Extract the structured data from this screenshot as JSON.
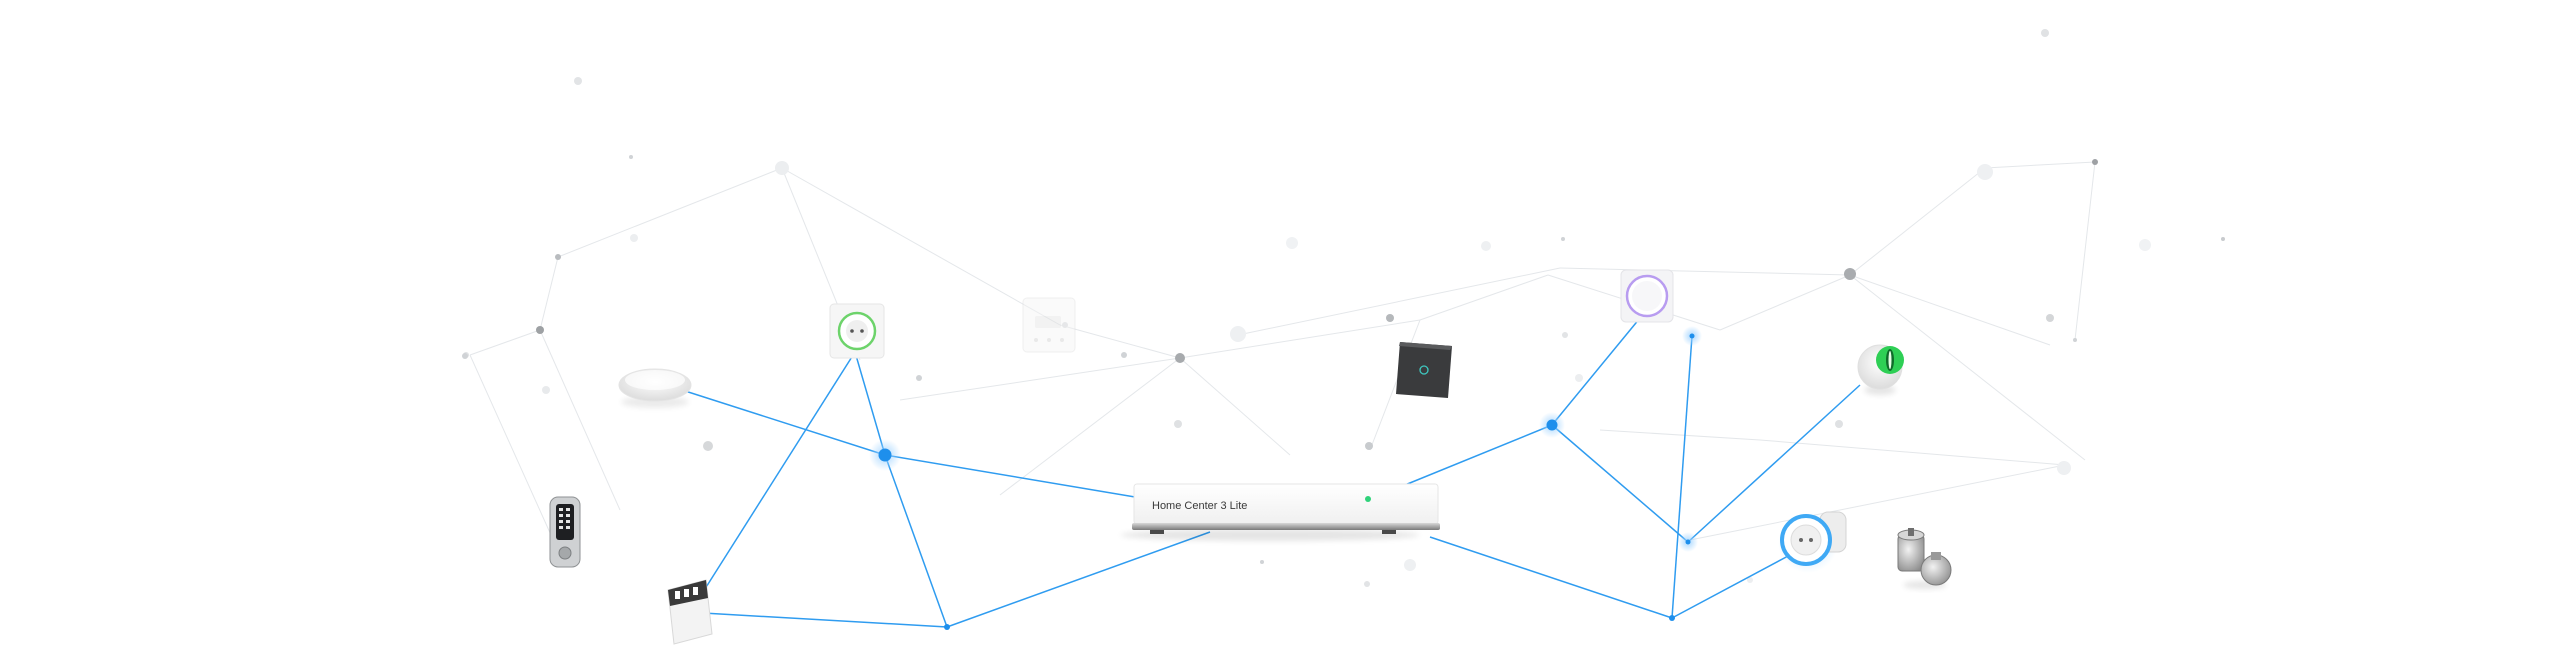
{
  "hub": {
    "label": "Home Center 3 Lite",
    "status_led_color": "#2fd27a"
  },
  "colors": {
    "link": "#2f9cf0",
    "node": "#1e8fec",
    "mesh_line": "#dfe3e7",
    "mesh_dot": "#c6c9cc"
  },
  "devices": [
    {
      "name": "flood-sensor",
      "icon": "round-disc-sensor"
    },
    {
      "name": "wall-plug-socket",
      "icon": "socket-with-green-ring"
    },
    {
      "name": "heat-controller",
      "icon": "square-thermostat"
    },
    {
      "name": "walli-switch",
      "icon": "dark-square-switch"
    },
    {
      "name": "dimmer-button",
      "icon": "round-button-purple-ring"
    },
    {
      "name": "motion-sensor",
      "icon": "eye-sensor-green"
    },
    {
      "name": "door-lock",
      "icon": "keypad-lock"
    },
    {
      "name": "relay-module",
      "icon": "white-module"
    },
    {
      "name": "plug-adapter",
      "icon": "round-plug-blue-ring"
    },
    {
      "name": "smart-implant",
      "icon": "metal-cylinders"
    }
  ]
}
